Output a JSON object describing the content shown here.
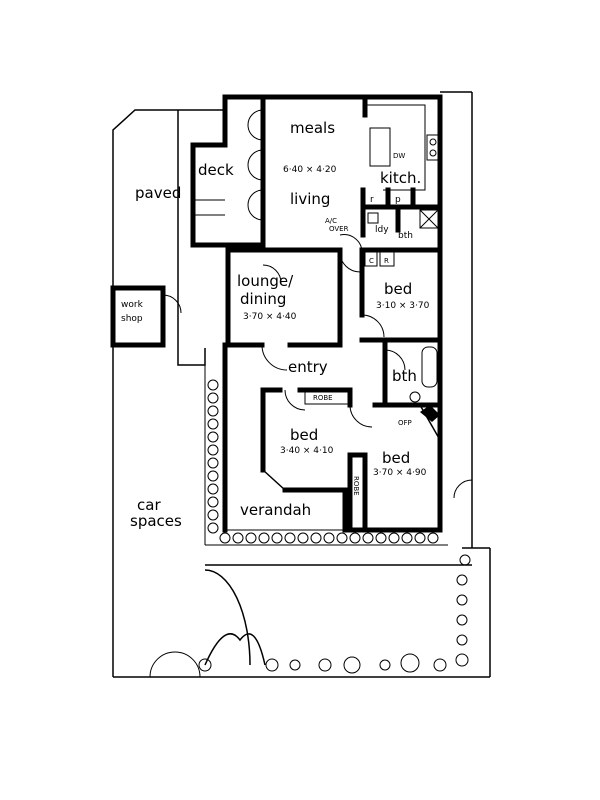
{
  "rooms": {
    "meals": "meals",
    "meals_dim": "6·40 × 4·20",
    "living": "living",
    "kitchen": "kitch.",
    "dw": "DW",
    "deck": "deck",
    "paved": "paved",
    "ac": "A/C",
    "ac_over": "OVER",
    "r": "r",
    "p": "p",
    "laundry": "ldy",
    "bath1": "bth",
    "lounge": "lounge/",
    "dining": "dining",
    "lounge_dim": "3·70 × 4·40",
    "bed1": "bed",
    "bed1_dim": "3·10 × 3·70",
    "c": "C",
    "r2": "R",
    "workshop1": "work",
    "workshop2": "shop",
    "entry": "entry",
    "bath2": "bth",
    "robe1": "ROBE",
    "off": "OFP",
    "bed2": "bed",
    "bed2_dim": "3·40 × 4·10",
    "bed3": "bed",
    "bed3_dim": "3·70 × 4·90",
    "robe2": "ROBE",
    "verandah": "verandah",
    "car1": "car",
    "car2": "spaces"
  }
}
